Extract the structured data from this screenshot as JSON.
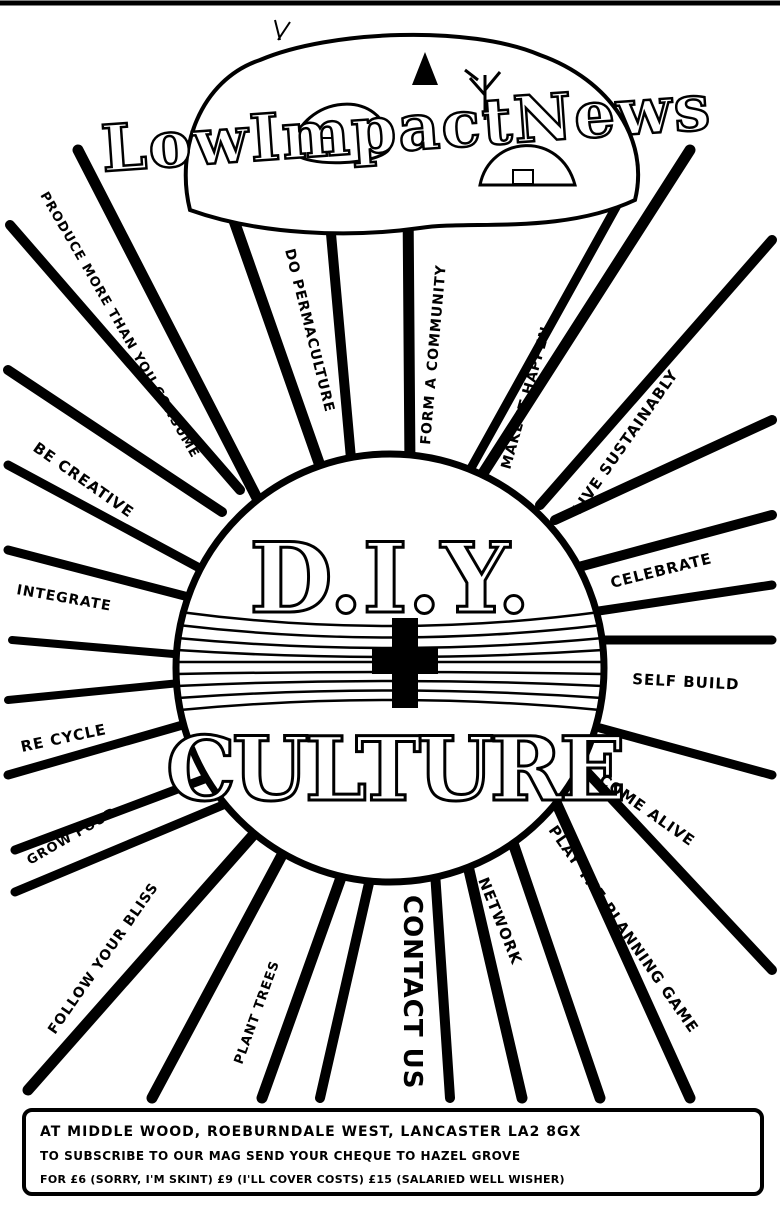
{
  "masthead": {
    "title": "LowImpactNews"
  },
  "center": {
    "top": "D.I.Y.",
    "bottom": "CULTURE"
  },
  "rays": [
    {
      "label": "PRODUCE MORE THAN YOU CONSUME"
    },
    {
      "label": "DO PERMACULTURE"
    },
    {
      "label": "FORM A COMMUNITY"
    },
    {
      "label": "MAKE IT HAPPEN"
    },
    {
      "label": "LIVE SUSTAINABLY"
    },
    {
      "label": "BE CREATIVE"
    },
    {
      "label": "CELEBRATE"
    },
    {
      "label": "INTEGRATE"
    },
    {
      "label": "SELF BUILD"
    },
    {
      "label": "RE CYCLE"
    },
    {
      "label": "COME ALIVE"
    },
    {
      "label": "GROW FOOD"
    },
    {
      "label": "PLAY THE PLANNING GAME"
    },
    {
      "label": "FOLLOW YOUR BLISS"
    },
    {
      "label": "PLANT TREES"
    },
    {
      "label": "CONTACT US"
    },
    {
      "label": "NETWORK"
    }
  ],
  "footer": {
    "address": "AT MIDDLE WOOD, ROEBURNDALE WEST, LANCASTER LA2 8GX",
    "subscribe": "TO SUBSCRIBE TO OUR MAG SEND YOUR CHEQUE TO HAZEL GROVE",
    "prices": "FOR £6 (SORRY, I'M SKINT) £9 (I'LL COVER COSTS) £15 (SALARIED WELL WISHER)"
  }
}
